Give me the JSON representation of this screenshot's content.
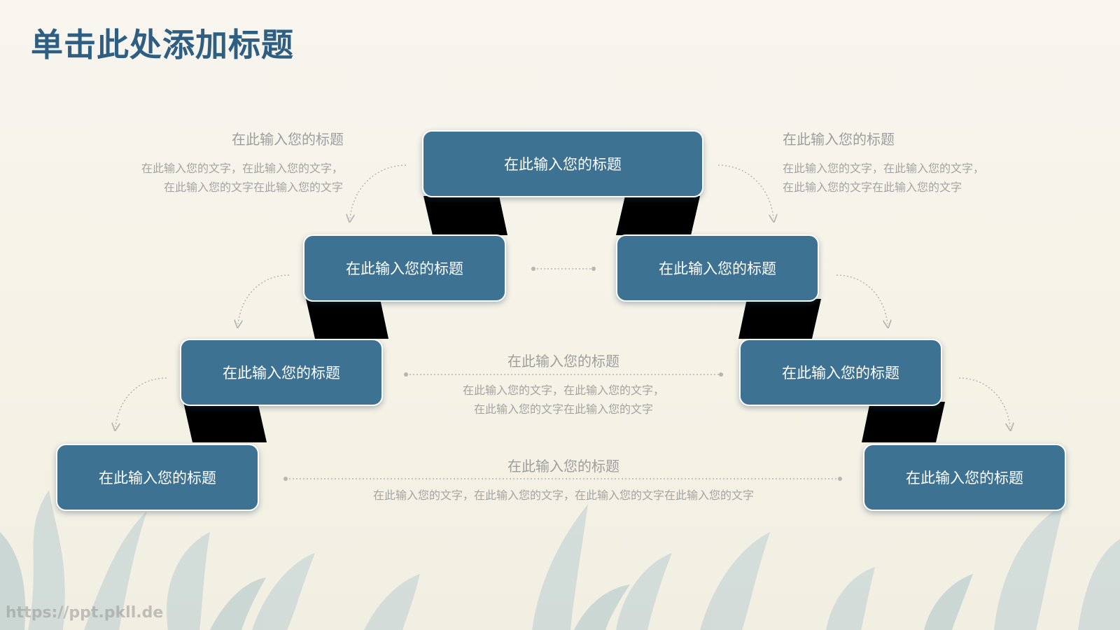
{
  "slide": {
    "title": "单击此处添加标题"
  },
  "boxes": {
    "top": "在此输入您的标题",
    "left_1": "在此输入您的标题",
    "left_2": "在此输入您的标题",
    "left_3": "在此输入您的标题",
    "right_1": "在此输入您的标题",
    "right_2": "在此输入您的标题",
    "right_3": "在此输入您的标题"
  },
  "notes": {
    "top_left": {
      "heading": "在此输入您的标题",
      "line1": "在此输入您的文字，在此输入您的文字，",
      "line2": "在此输入您的文字在此输入您的文字"
    },
    "top_right": {
      "heading": "在此输入您的标题",
      "line1": "在此输入您的文字，在此输入您的文字，",
      "line2": "在此输入您的文字在此输入您的文字"
    },
    "middle": {
      "heading": "在此输入您的标题",
      "line1": "在此输入您的文字，在此输入您的文字，",
      "line2": "在此输入您的文字在此输入您的文字"
    },
    "bottom": {
      "heading": "在此输入您的标题",
      "line1": "在此输入您的文字，在此输入您的文字，在此输入您的文字在此输入您的文字"
    }
  },
  "watermark": "https://ppt.pkll.de",
  "colors": {
    "box": "#3e7293",
    "title": "#2e5f82",
    "step_shadow": "#000000",
    "muted_text": "#a3a3a3"
  }
}
